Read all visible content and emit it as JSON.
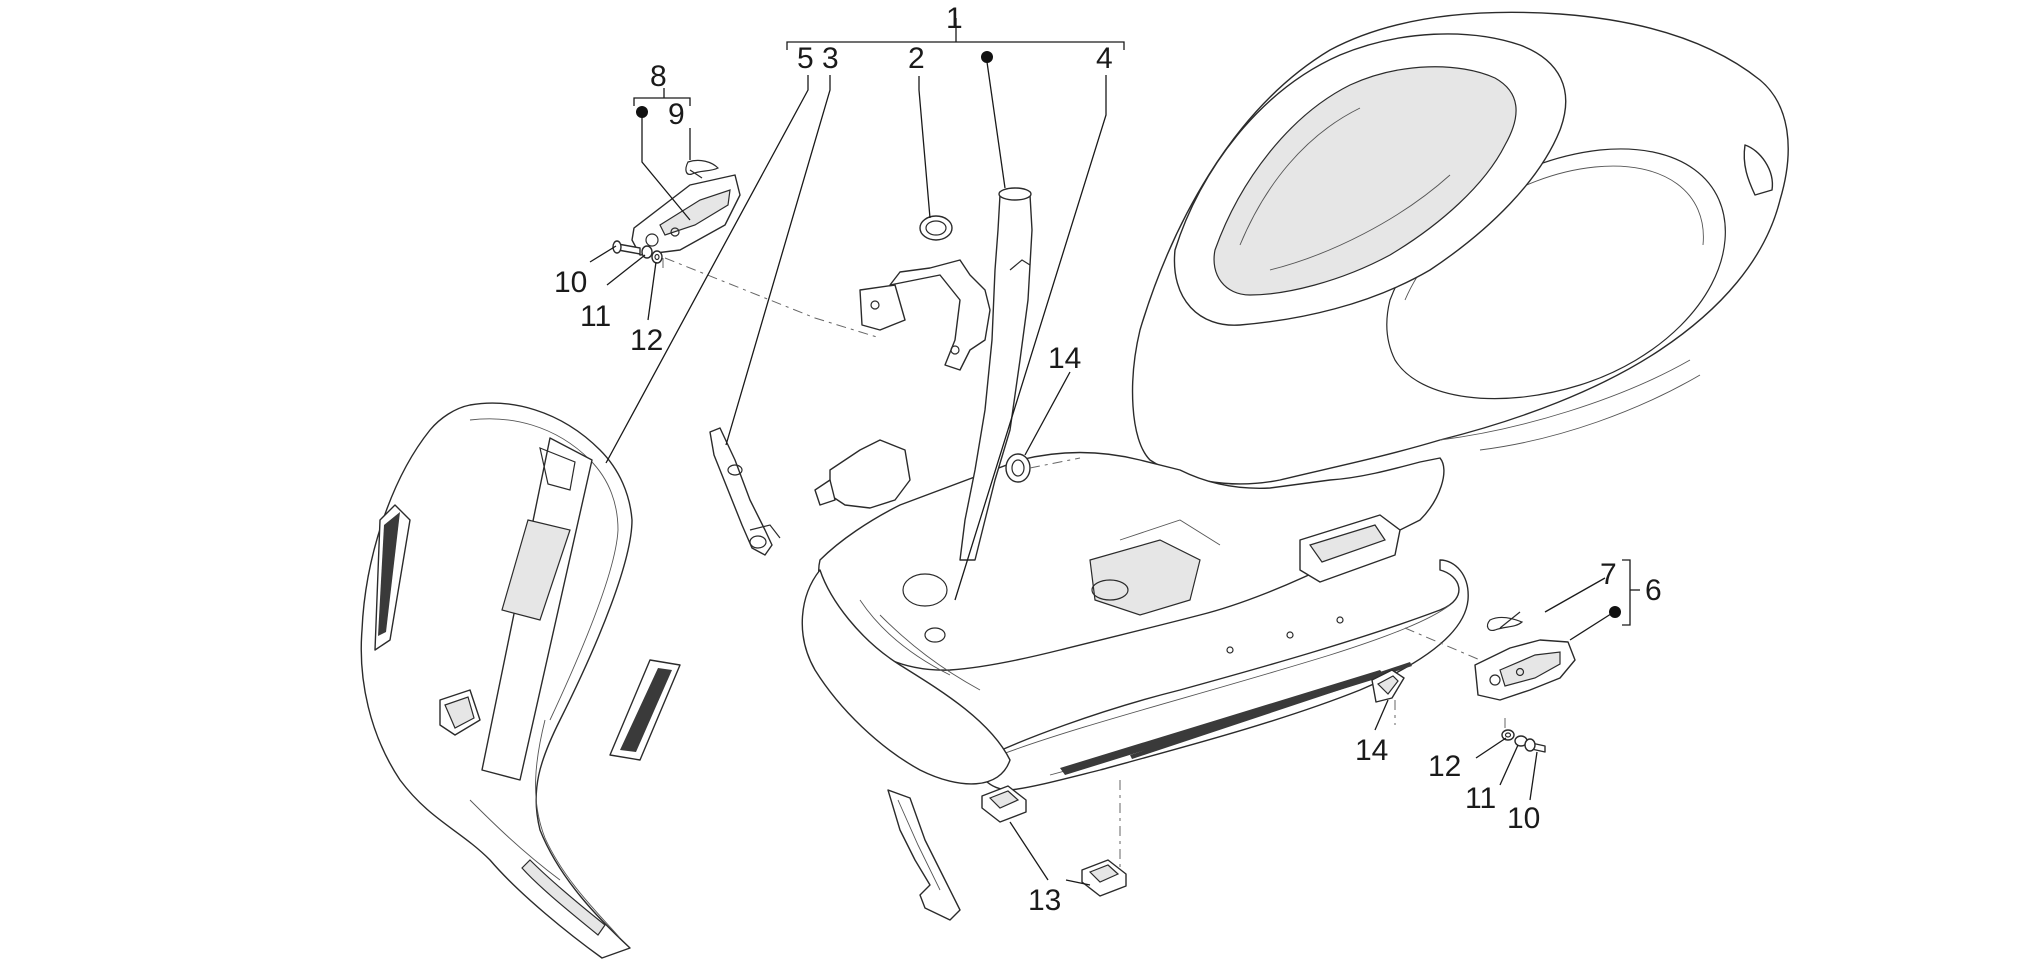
{
  "diagram": {
    "callouts": [
      {
        "id": "c1",
        "text": "1"
      },
      {
        "id": "c5",
        "text": "5"
      },
      {
        "id": "c3",
        "text": "3"
      },
      {
        "id": "c2",
        "text": "2"
      },
      {
        "id": "c4",
        "text": "4"
      },
      {
        "id": "c8",
        "text": "8"
      },
      {
        "id": "c9",
        "text": "9"
      },
      {
        "id": "c10a",
        "text": "10"
      },
      {
        "id": "c11a",
        "text": "11"
      },
      {
        "id": "c12a",
        "text": "12"
      },
      {
        "id": "c14a",
        "text": "14"
      },
      {
        "id": "c7",
        "text": "7"
      },
      {
        "id": "c6",
        "text": "6"
      },
      {
        "id": "c14b",
        "text": "14"
      },
      {
        "id": "c12b",
        "text": "12"
      },
      {
        "id": "c11b",
        "text": "11"
      },
      {
        "id": "c10b",
        "text": "10"
      },
      {
        "id": "c13",
        "text": "13"
      }
    ]
  }
}
